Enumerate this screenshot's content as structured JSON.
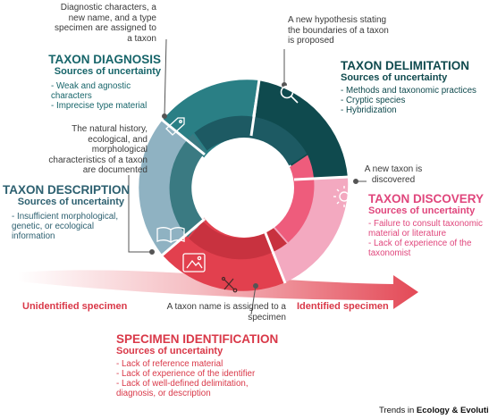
{
  "diagram": {
    "taxon_diagnosis": {
      "caption": "Diagnostic characters, a new name, and a type specimen are assigned to a taxon",
      "title": "TAXON DIAGNOSIS",
      "subtitle": "Sources of uncertainty",
      "items": [
        "- Weak and agnostic characters",
        "- Imprecise type material"
      ],
      "color": "#17656a"
    },
    "taxon_delimitation": {
      "caption": "A new hypothesis stating the boundaries of a taxon is proposed",
      "title": "TAXON DELIMITATION",
      "subtitle": "Sources of uncertainty",
      "items": [
        "- Methods and taxonomic practices",
        "- Cryptic species",
        "- Hybridization"
      ],
      "color": "#0f4a4e"
    },
    "taxon_description": {
      "caption": "The natural history, ecological, and morphological characteristics of a taxon are documented",
      "title": "TAXON DESCRIPTION",
      "subtitle": "Sources of uncertainty",
      "items": [
        "- Insufficient morphological, genetic, or ecological information"
      ],
      "color": "#2d6070"
    },
    "taxon_discovery": {
      "caption": "A new taxon is discovered",
      "title": "TAXON DISCOVERY",
      "subtitle": "Sources of uncertainty",
      "items": [
        "- Failure to consult taxonomic material or literature",
        "- Lack of experience of the taxonomist"
      ],
      "color": "#e0467c"
    },
    "specimen_identification": {
      "caption": "A taxon name is assigned to a specimen",
      "title": "SPECIMEN IDENTIFICATION",
      "subtitle": "Sources of uncertainty",
      "items": [
        "- Lack of reference material",
        "- Lack of experience of the identifier",
        "- Lack of well-defined delimitation, diagnosis, or description"
      ],
      "color": "#d93848"
    },
    "arrow": {
      "start_label": "Unidentified specimen",
      "end_label": "Identified specimen",
      "color": "#e2404e"
    },
    "colors": {
      "ring_pink": "#f3a9c0",
      "ring_red": "#e2404e",
      "ring_steel": "#8fb2c2",
      "ring_teal": "#2a7f85",
      "ring_dark": "#0f4a4e",
      "inner_dark": "#1d5a63",
      "inner_light": "#3a7a82"
    }
  },
  "credit": {
    "journal": "Trends in",
    "name": "Ecology & Evolution"
  }
}
